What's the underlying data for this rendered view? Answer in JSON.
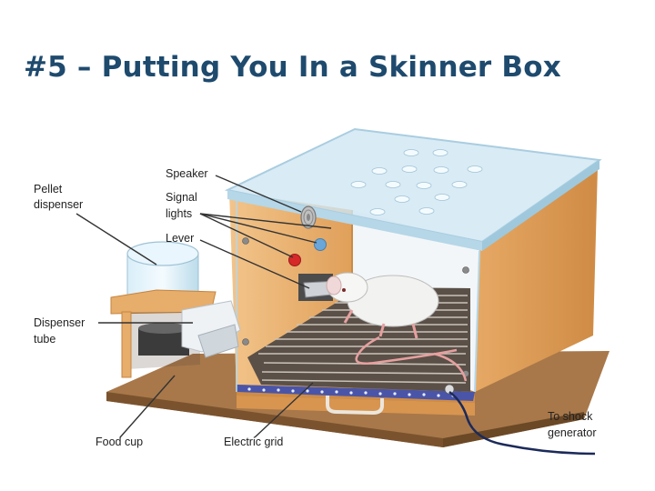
{
  "slide": {
    "title": "#5 – Putting You In a Skinner Box"
  },
  "diagram": {
    "labels": {
      "pellet_dispenser_1": "Pellet",
      "pellet_dispenser_2": "dispenser",
      "speaker": "Speaker",
      "signal_lights_1": "Signal",
      "signal_lights_2": "lights",
      "lever": "Lever",
      "dispenser_tube_1": "Dispenser",
      "dispenser_tube_2": "tube",
      "food_cup": "Food cup",
      "electric_grid": "Electric grid",
      "shock_1": "To shock",
      "shock_2": "generator"
    },
    "colors": {
      "title": "#1e4a6e",
      "box_wood": "#e2a45e",
      "base": "#9a6b3c",
      "glass": "#cfe6f3",
      "grid_rail": "#4a55a8",
      "red_light": "#d62828",
      "blue_light": "#6aa6d8"
    }
  }
}
